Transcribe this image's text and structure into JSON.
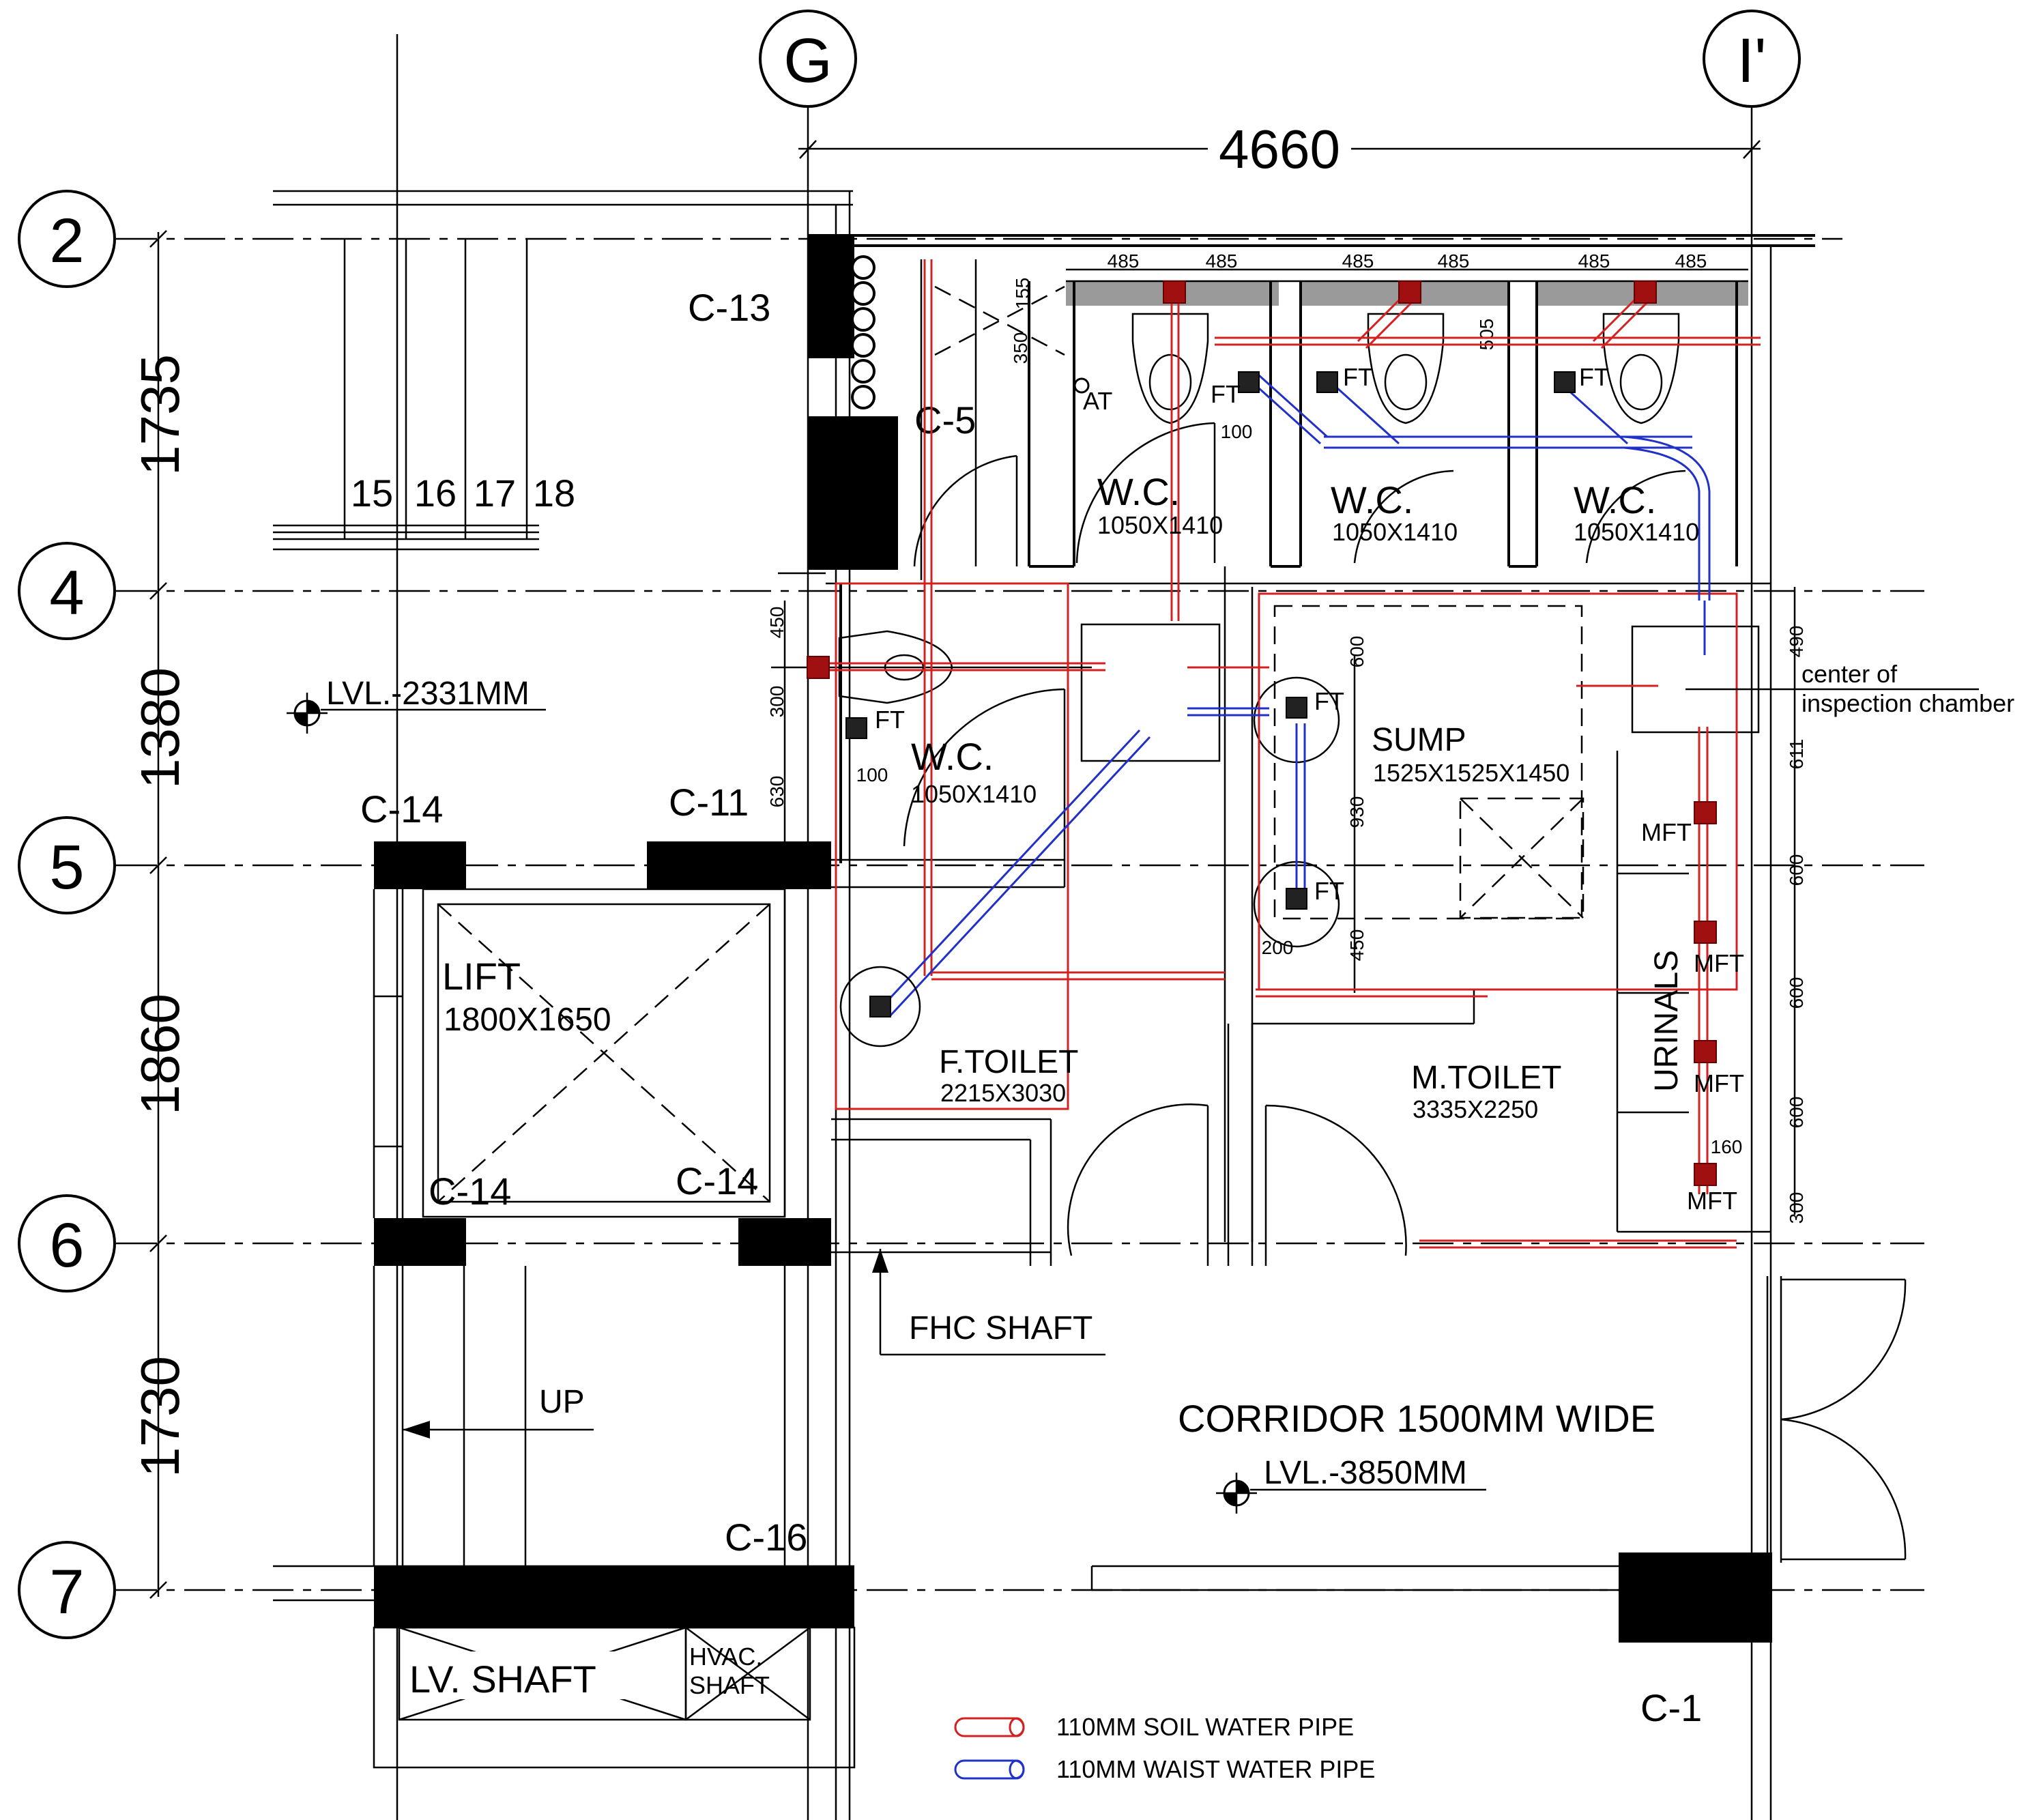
{
  "grid_columns": [
    "G",
    "I'"
  ],
  "grid_rows": [
    "2",
    "4",
    "5",
    "6",
    "7"
  ],
  "dimensions": {
    "overall_width": "4660",
    "row_spacings": [
      "1735",
      "1380",
      "1860",
      "1730"
    ],
    "wc_spacings": [
      "485",
      "485",
      "485",
      "485",
      "485",
      "485"
    ],
    "misc": {
      "d155": "155",
      "d350": "350",
      "d505": "505",
      "d100a": "100",
      "d100b": "100",
      "d450a": "450",
      "d300a": "300",
      "d630": "630",
      "d600a": "600",
      "d930": "930",
      "d450b": "450",
      "d200": "200",
      "d490": "490",
      "d611": "611",
      "d600b": "600",
      "d600c": "600",
      "d600d": "600",
      "d300b": "300",
      "d160": "160"
    }
  },
  "stair_numbers": [
    "15",
    "16",
    "17",
    "18"
  ],
  "columns": {
    "c13": "C-13",
    "c5": "C-5",
    "c14a": "C-14",
    "c11": "C-11",
    "c14b": "C-14",
    "c14c": "C-14",
    "c16": "C-16",
    "c1": "C-1"
  },
  "rooms": {
    "wc1": {
      "name": "W.C.",
      "size": "1050X1410"
    },
    "wc2": {
      "name": "W.C.",
      "size": "1050X1410"
    },
    "wc3": {
      "name": "W.C.",
      "size": "1050X1410"
    },
    "wc4": {
      "name": "W.C.",
      "size": "1050X1410"
    },
    "sump": {
      "name": "SUMP",
      "size": "1525X1525X1450"
    },
    "lift": {
      "name": "LIFT",
      "size": "1800X1650"
    },
    "ftoilet": {
      "name": "F.TOILET",
      "size": "2215X3030"
    },
    "mtoilet": {
      "name": "M.TOILET",
      "size": "3335X2250"
    },
    "urinals": "URINALS",
    "lv_shaft": "LV. SHAFT",
    "hvac_shaft_1": "HVAC.",
    "hvac_shaft_2": "SHAFT",
    "fhc_shaft": "FHC SHAFT",
    "corridor": "CORRIDOR 1500MM WIDE"
  },
  "levels": {
    "upper": "LVL.-2331MM",
    "lower": "LVL.-3850MM"
  },
  "annotations": {
    "up": "UP",
    "at": "AT",
    "ft": "FT",
    "mft": "MFT",
    "inspection_1": "center of",
    "inspection_2": "inspection chamber"
  },
  "legend": {
    "items": [
      {
        "label": "110MM SOIL WATER PIPE",
        "color": "#d32020"
      },
      {
        "label": "110MM WAIST WATER PIPE",
        "color": "#2030c8"
      }
    ]
  },
  "colors": {
    "soil_pipe": "#d32020",
    "waste_pipe": "#2030c8",
    "linework": "#000000"
  }
}
